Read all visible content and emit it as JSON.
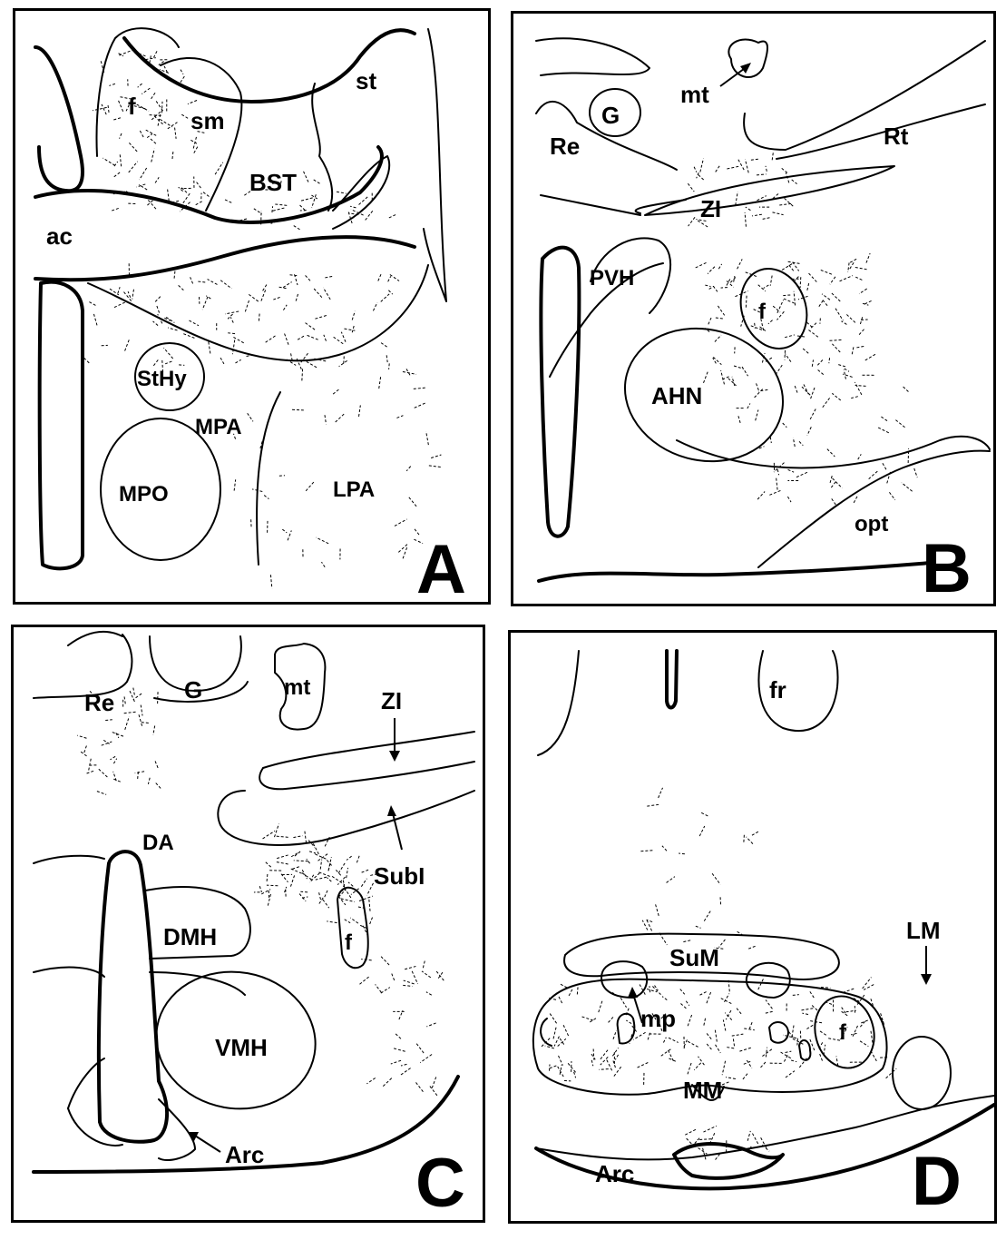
{
  "panels": {
    "A": {
      "letter": "A",
      "labels": {
        "f": "f",
        "sm": "sm",
        "st": "st",
        "BST": "BST",
        "ac": "ac",
        "StHy": "StHy",
        "MPA": "MPA",
        "MPO": "MPO",
        "LPA": "LPA"
      }
    },
    "B": {
      "letter": "B",
      "labels": {
        "G": "G",
        "mt": "mt",
        "Re": "Re",
        "Rt": "Rt",
        "ZI": "ZI",
        "PVH": "PVH",
        "f": "f",
        "AHN": "AHN",
        "opt": "opt"
      }
    },
    "C": {
      "letter": "C",
      "labels": {
        "Re": "Re",
        "G": "G",
        "mt": "mt",
        "ZI": "ZI",
        "DA": "DA",
        "SubI": "SubI",
        "DMH": "DMH",
        "f": "f",
        "VMH": "VMH",
        "Arc": "Arc"
      }
    },
    "D": {
      "letter": "D",
      "labels": {
        "fr": "fr",
        "SuM": "SuM",
        "mp": "mp",
        "f": "f",
        "LM": "LM",
        "MM": "MM",
        "Arc": "Arc"
      }
    }
  },
  "colors": {
    "ink": "#000000",
    "paper": "#ffffff"
  }
}
